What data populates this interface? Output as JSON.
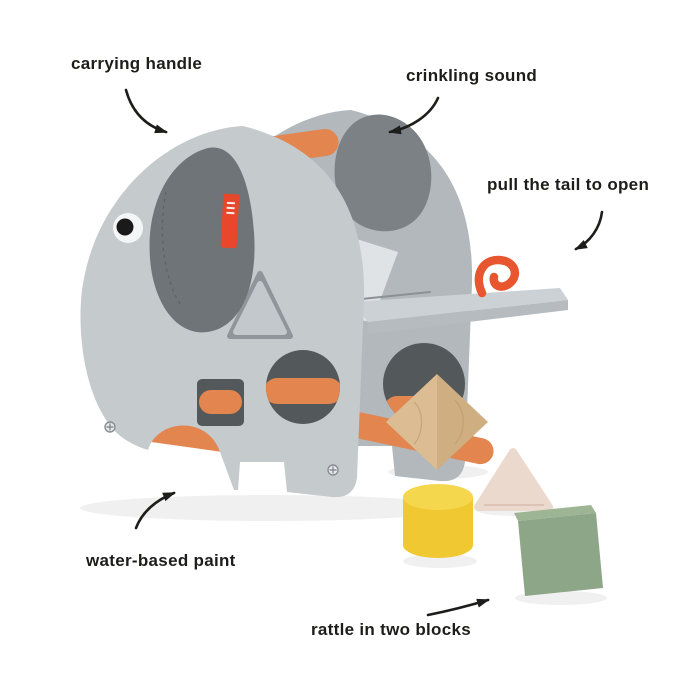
{
  "labels": {
    "carrying_handle": "carrying handle",
    "crinkling_sound": "crinkling sound",
    "pull_tail": "pull the tail to open",
    "water_paint": "water-based paint",
    "rattle_blocks": "rattle in two blocks"
  },
  "colors": {
    "background": "#ffffff",
    "text": "#1d1d1b",
    "arrow": "#1d1d1b",
    "body_gray": "#c5cacd",
    "body_gray_dark": "#b2b8bc",
    "panel_light": "#dfe3e6",
    "ramp_top": "#ccd1d5",
    "ramp_edge": "#b6bbbf",
    "ear_gray": "#6e7478",
    "ear_gray_back": "#7b8185",
    "hole_dark": "#53585b",
    "rod_orange": "#e2854f",
    "tag_red": "#e8472b",
    "tail_red": "#e85630",
    "wood": "#dcbd93",
    "wood_dark": "#cfae82",
    "pink_block": "#ecd9ce",
    "yellow_block": "#f0c832",
    "yellow_top": "#f5d74e",
    "green_block": "#8ea688",
    "green_top": "#9db495",
    "shadow": "#f0f0f0"
  }
}
